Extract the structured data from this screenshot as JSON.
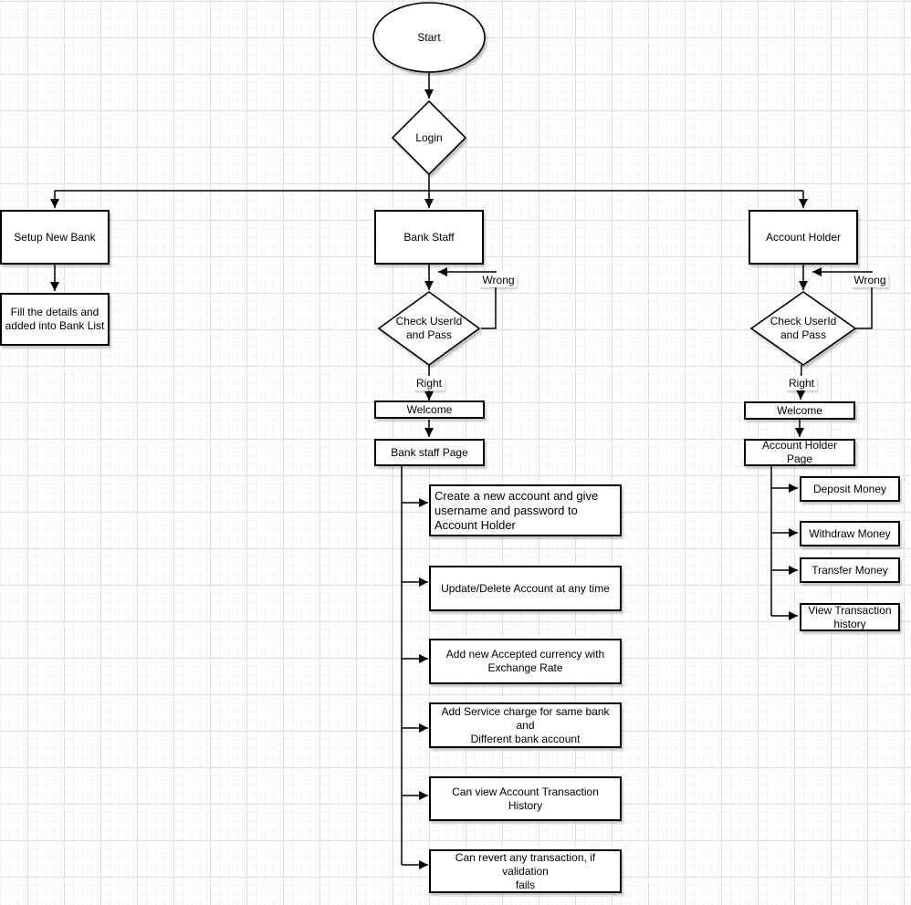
{
  "diagram": {
    "type": "flowchart",
    "nodes": {
      "start": "Start",
      "login": "Login",
      "setup_new_bank": "Setup New Bank",
      "fill_details": "Fill the details and\nadded into Bank List",
      "bank_staff": "Bank Staff",
      "check_userid_pass_staff": "Check UserId\nand Pass",
      "welcome_staff": "Welcome",
      "bank_staff_page": "Bank staff Page",
      "account_holder": "Account Holder",
      "check_userid_pass_holder": "Check UserId\nand Pass",
      "welcome_holder": "Welcome",
      "account_holder_page": "Account Holder Page"
    },
    "staff_tasks": [
      "Create a new account and give\nusername and password to\nAccount Holder",
      "Update/Delete Account at any time",
      "Add new Accepted currency with\nExchange Rate",
      "Add Service charge for same bank and\nDifferent bank account",
      "Can view Account Transaction History",
      "Can revert any transaction, if validation\nfails"
    ],
    "holder_tasks": [
      "Deposit Money",
      "Withdraw Money",
      "Transfer Money",
      "View Transaction\nhistory"
    ],
    "edge_labels": {
      "staff_wrong": "Wrong",
      "staff_right": "Right",
      "holder_wrong": "Wrong",
      "holder_right": "Right"
    },
    "colors": {
      "stroke": "#000000",
      "fill": "#ffffff",
      "grid_major": "#e2e2e4",
      "grid_minor": "#f5f4f6"
    }
  }
}
